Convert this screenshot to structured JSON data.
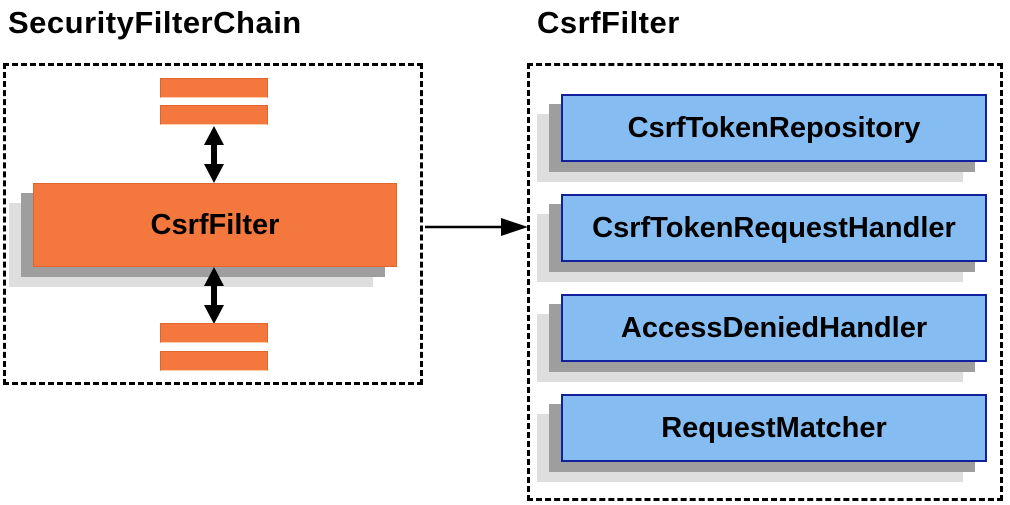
{
  "diagram": {
    "left_panel": {
      "title": "SecurityFilterChain",
      "filter_box_label": "CsrfFilter"
    },
    "right_panel": {
      "title": "CsrfFilter",
      "components": [
        "CsrfTokenRepository",
        "CsrfTokenRequestHandler",
        "AccessDeniedHandler",
        "RequestMatcher"
      ]
    },
    "colors": {
      "filter_orange": "#F4783D",
      "filter_orange_border": "#DF6430",
      "component_blue": "#85BDF2",
      "component_blue_border": "#11209C",
      "shadow_dark": "#9E9E9E",
      "shadow_light": "#DEDEDE",
      "line_black": "#000000"
    }
  }
}
